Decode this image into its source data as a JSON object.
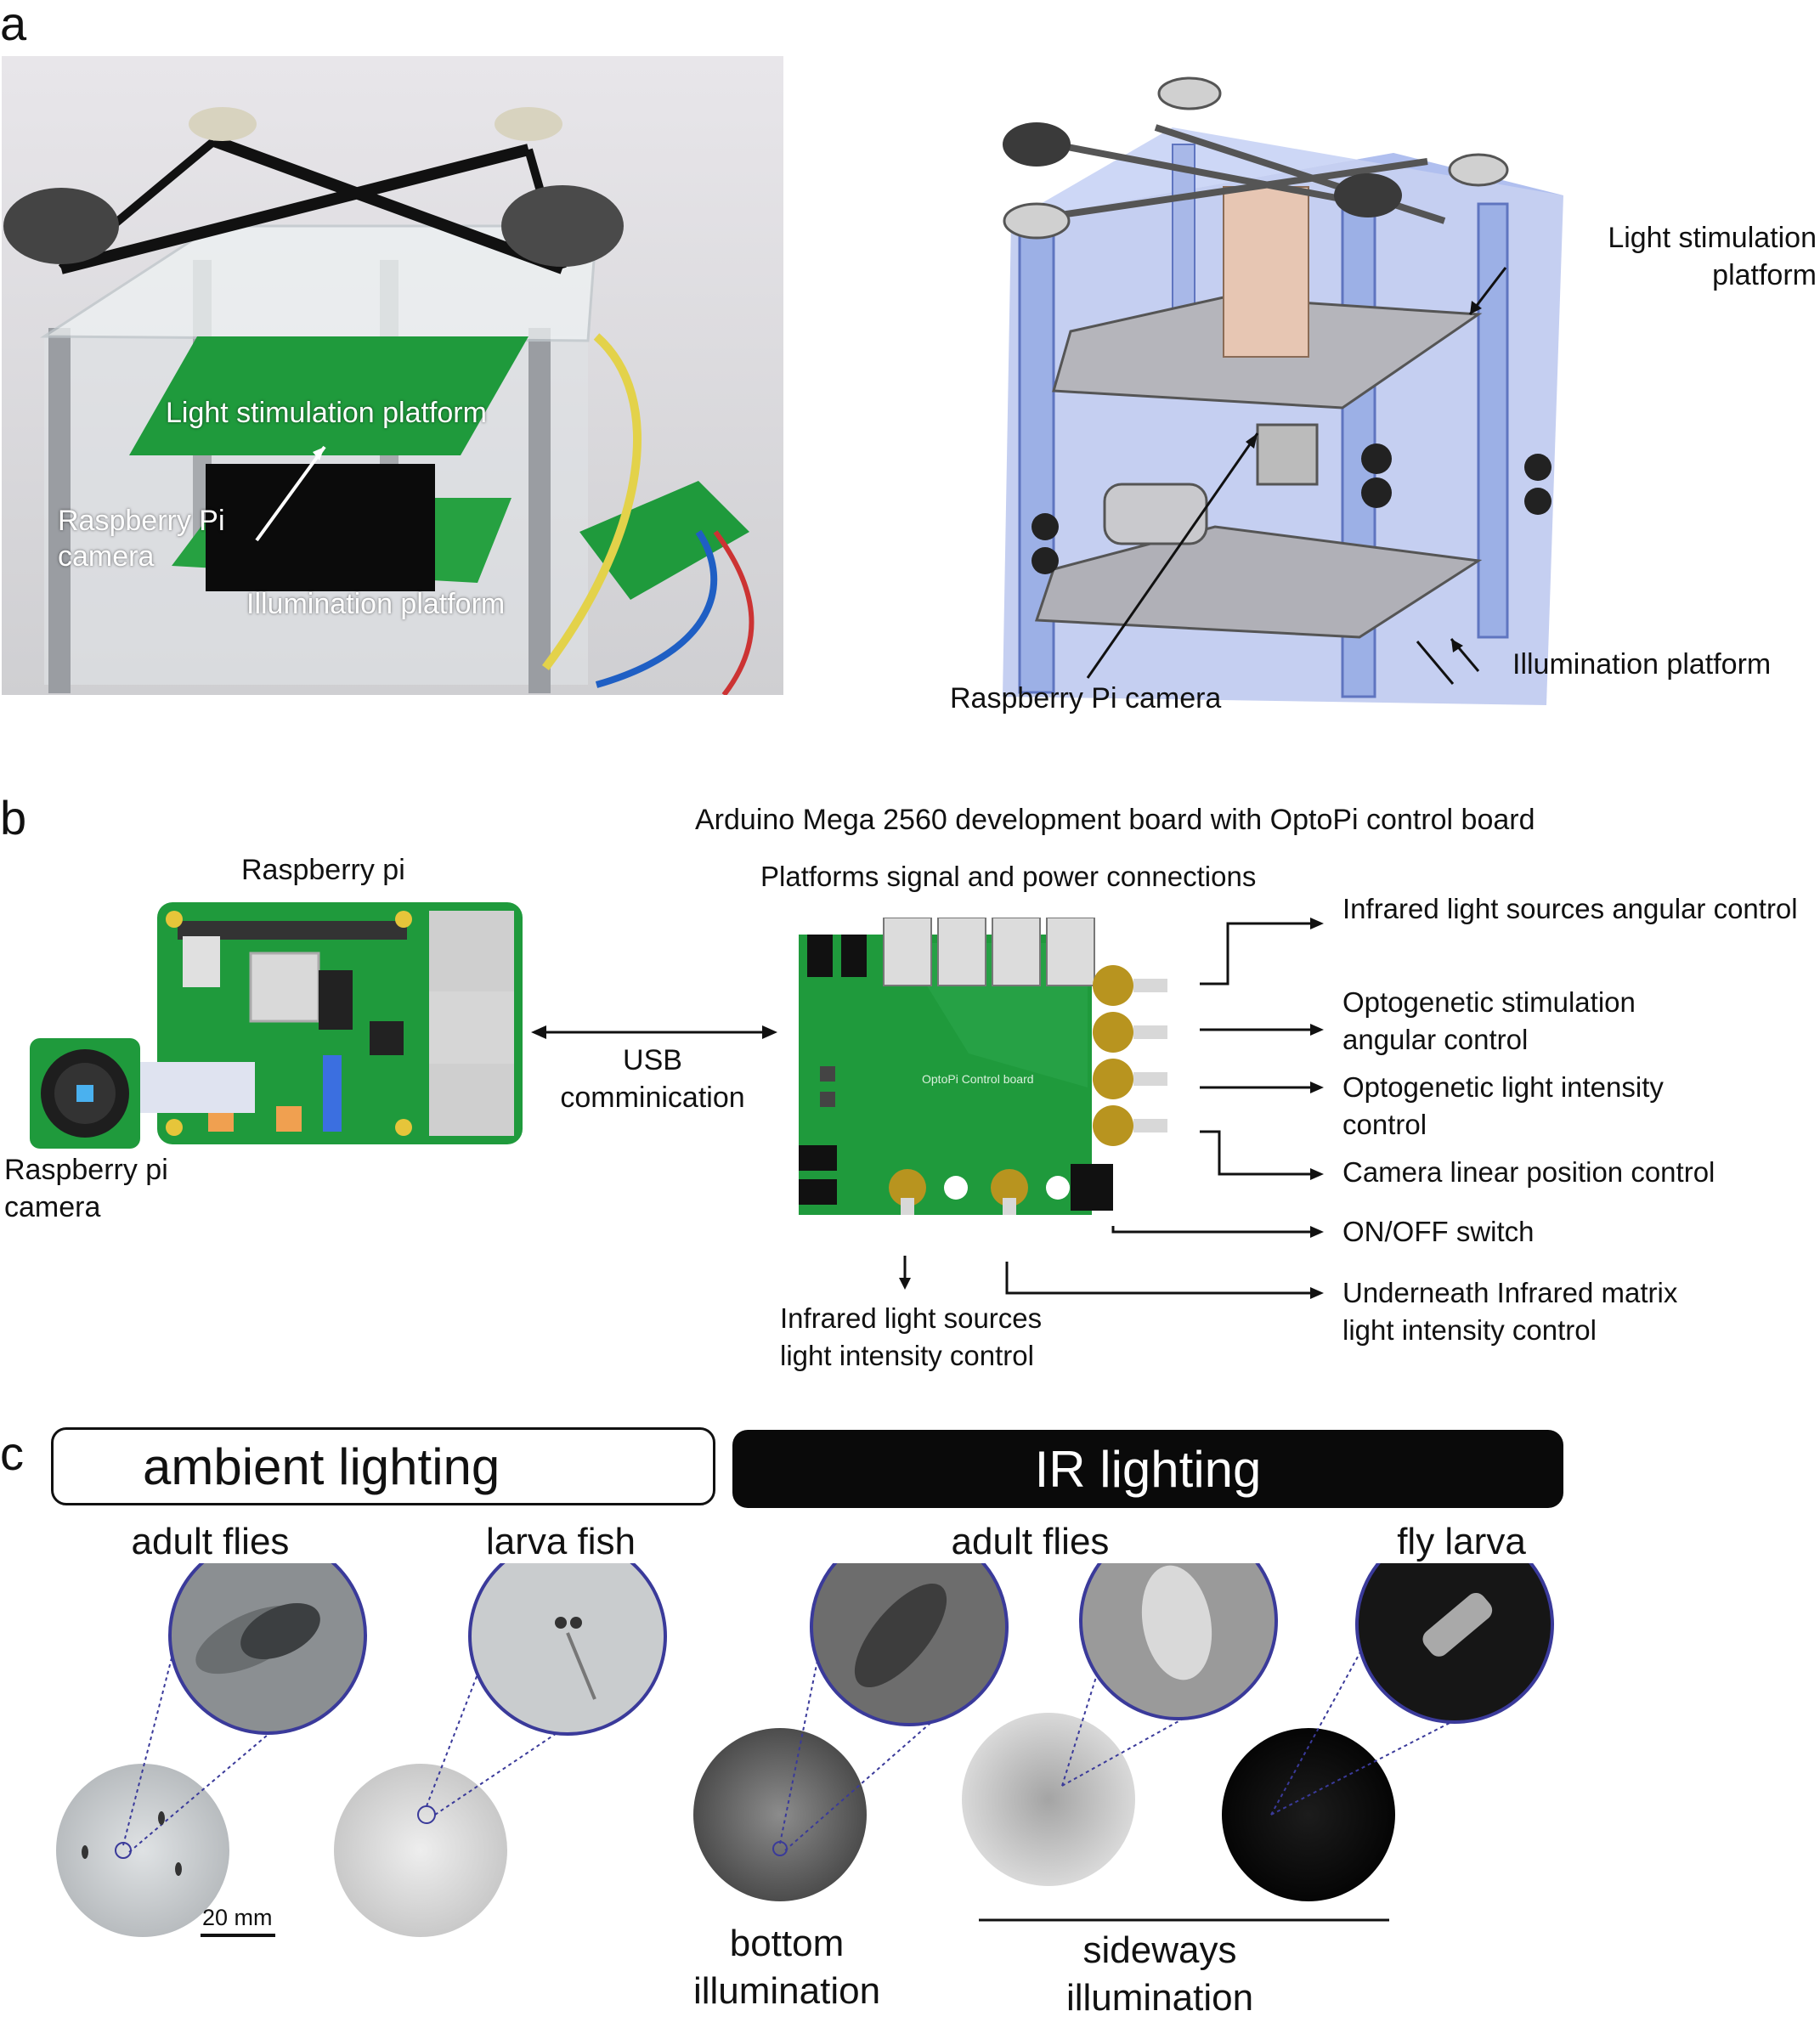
{
  "panel_a": {
    "letter": "a",
    "photo_labels": {
      "light_stimulation": "Light stimulation platform",
      "raspberry_camera": "Raspberry Pi camera",
      "illumination": "Illumination platform"
    },
    "cad_labels": {
      "light_stimulation": "Light stimulation platform",
      "raspberry_camera": "Raspberry Pi camera",
      "illumination": "Illumination platform"
    }
  },
  "panel_b": {
    "letter": "b",
    "raspberry_pi": "Raspberry pi",
    "raspberry_pi_camera": "Raspberry pi camera",
    "usb": "USB comminication",
    "arduino_title": "Arduino Mega 2560 development board with OptoPi control board",
    "platforms_connections": "Platforms signal and power connections",
    "control_board_label": "OptoPi Control board",
    "controls": {
      "ir_angular": "Infrared light sources angular control",
      "opto_angular": "Optogenetic stimulation angular control",
      "opto_intensity": "Optogenetic light intensity control",
      "camera_linear": "Camera linear position control",
      "on_off": "ON/OFF switch",
      "underneath_ir": "Underneath Infrared matrix light intensity control",
      "ir_intensity": "Infrared light sources light intensity control"
    }
  },
  "panel_c": {
    "letter": "c",
    "ambient_label": "ambient lighting",
    "ir_label": "IR lighting",
    "columns": {
      "adult_flies_ambient": "adult flies",
      "larva_fish": "larva fish",
      "adult_flies_ir": "adult flies",
      "fly_larva": "fly larva"
    },
    "scale_bar": "20 mm",
    "bottom_illumination": "bottom illumination",
    "sideways_illumination": "sideways illumination"
  },
  "colors": {
    "pcb_green": "#1f9a3c",
    "magnifier_ring": "#3a3a9a",
    "cad_blue": "#7f95e0"
  }
}
